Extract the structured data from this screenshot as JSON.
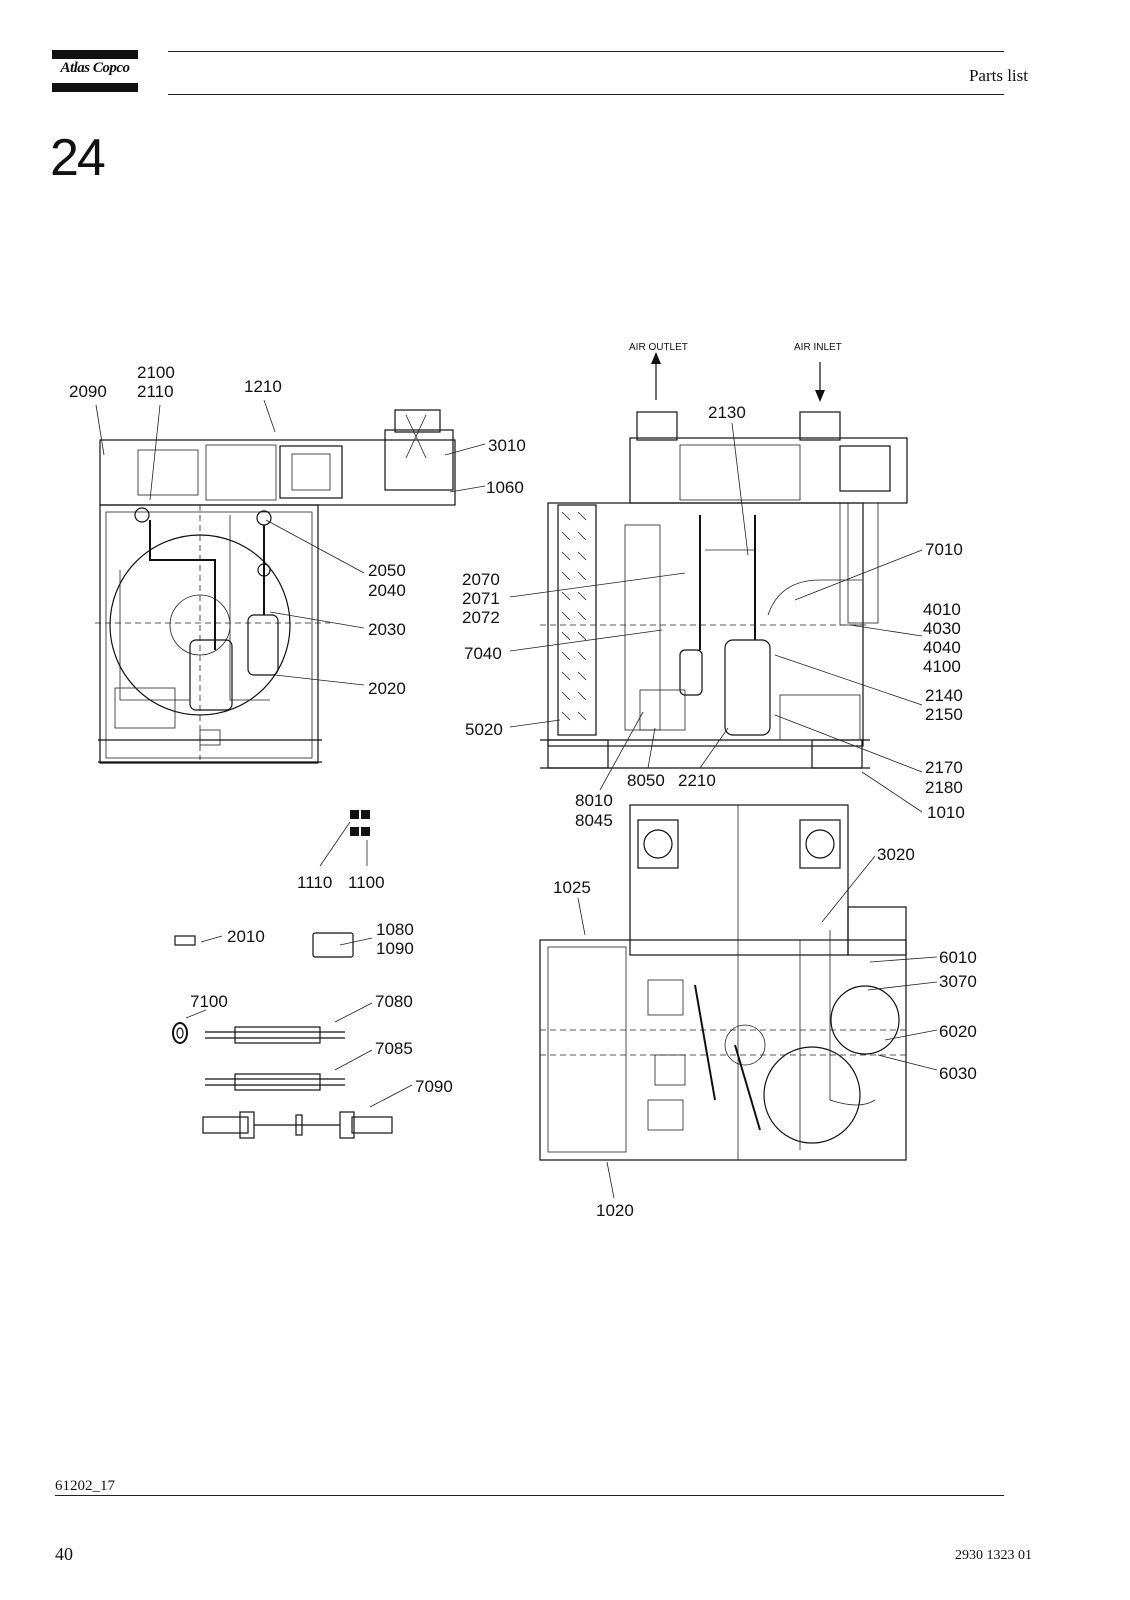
{
  "header": {
    "brand": "Atlas Copco",
    "title": "Parts list"
  },
  "section_number": "24",
  "drawing": {
    "arrow_labels": {
      "outlet": "AIR OUTLET",
      "inlet": "AIR INLET"
    },
    "callouts": [
      "2100",
      "2110",
      "2090",
      "1210",
      "3010",
      "1060",
      "2050",
      "2040",
      "2030",
      "2020",
      "1110",
      "1100",
      "2010",
      "1080",
      "1090",
      "7100",
      "7080",
      "7085",
      "7090",
      "2130",
      "7010",
      "2070",
      "2071",
      "2072",
      "7040",
      "4010",
      "4030",
      "4040",
      "4100",
      "2140",
      "2150",
      "5020",
      "2170",
      "2180",
      "1010",
      "8050",
      "2210",
      "8010",
      "8045",
      "3020",
      "1025",
      "6010",
      "3070",
      "6020",
      "6030",
      "1020"
    ]
  },
  "footer": {
    "figure_code": "61202_17",
    "page_number": "40",
    "doc_number": "2930 1323 01"
  }
}
